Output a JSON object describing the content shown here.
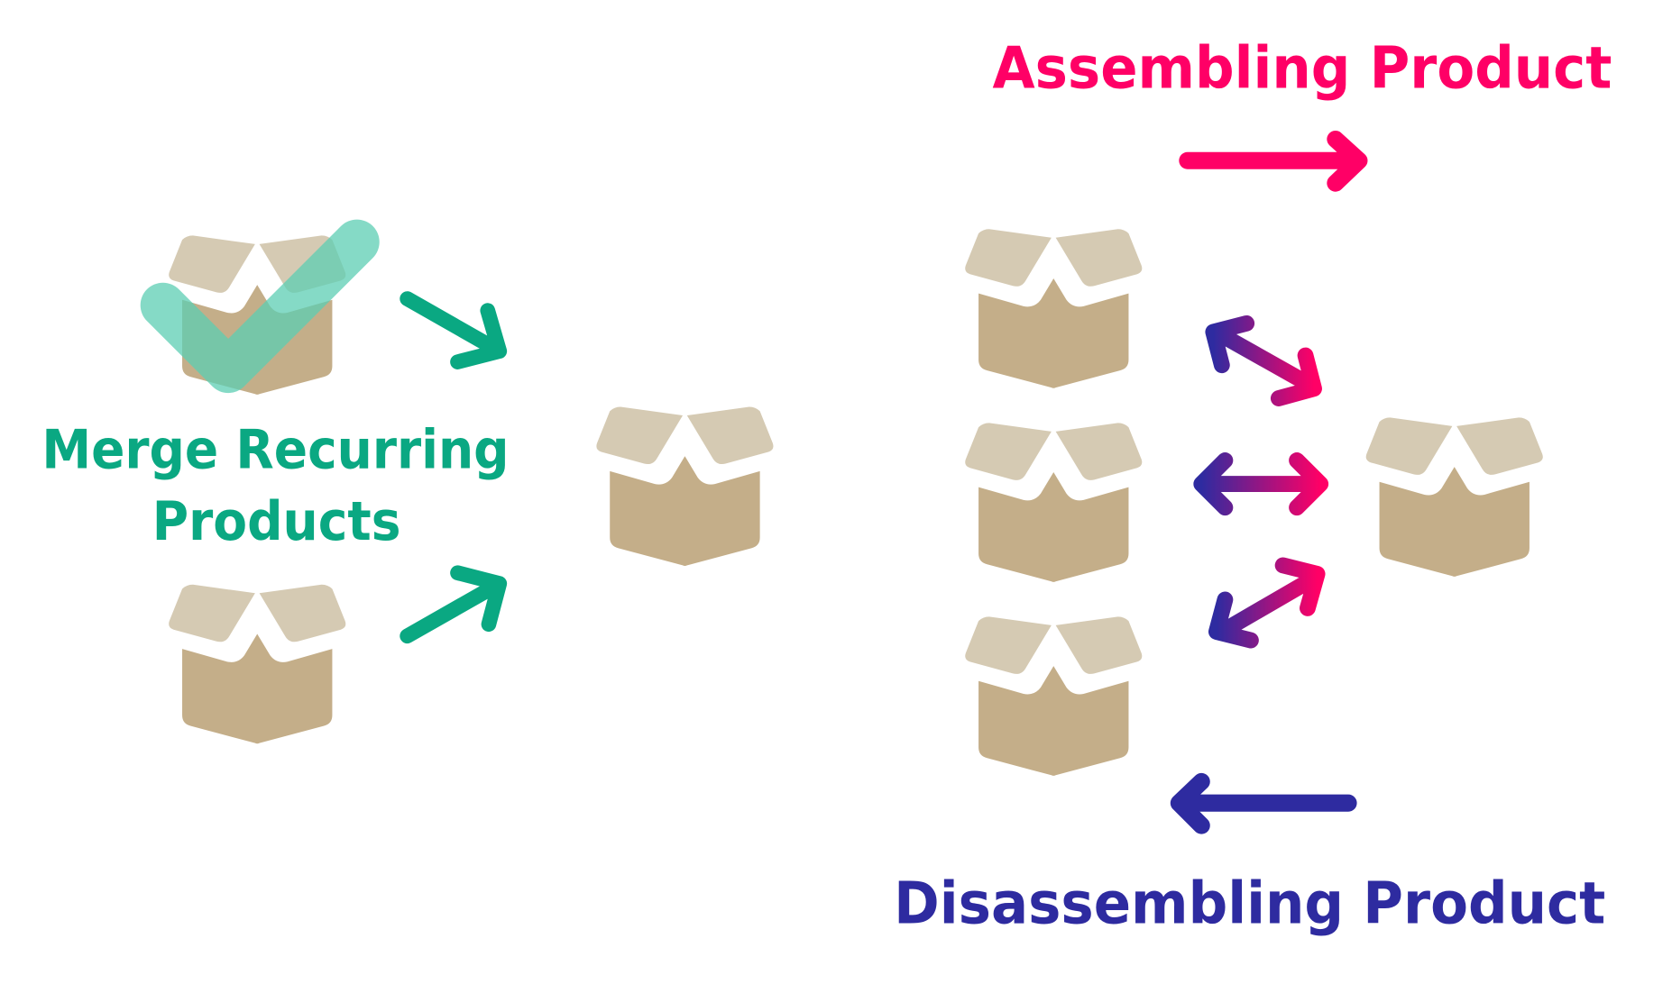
{
  "colors": {
    "background": "#ffffff",
    "box_lid": "#d5cab3",
    "box_body": "#c4ae89",
    "merge_green": "#0aa882",
    "check_green": "#5ccdb3",
    "assemble_pink": "#ff0066",
    "disassemble_blue": "#2e2ba0"
  },
  "merge": {
    "label_line1": "Merge Recurring",
    "label_line2": "Products",
    "source_boxes": [
      "box-duplicate-checked",
      "box-duplicate"
    ],
    "target_box": "box-merged"
  },
  "assembly": {
    "assemble_label": "Assembling Product",
    "disassemble_label": "Disassembling Product",
    "components": [
      "box-component-1",
      "box-component-2",
      "box-component-3"
    ],
    "product": "box-assembled-product"
  },
  "icons": {
    "box": "open-box-icon",
    "check": "checkmark-icon",
    "arrow": "arrow-icon",
    "double_arrow": "double-arrow-icon"
  }
}
